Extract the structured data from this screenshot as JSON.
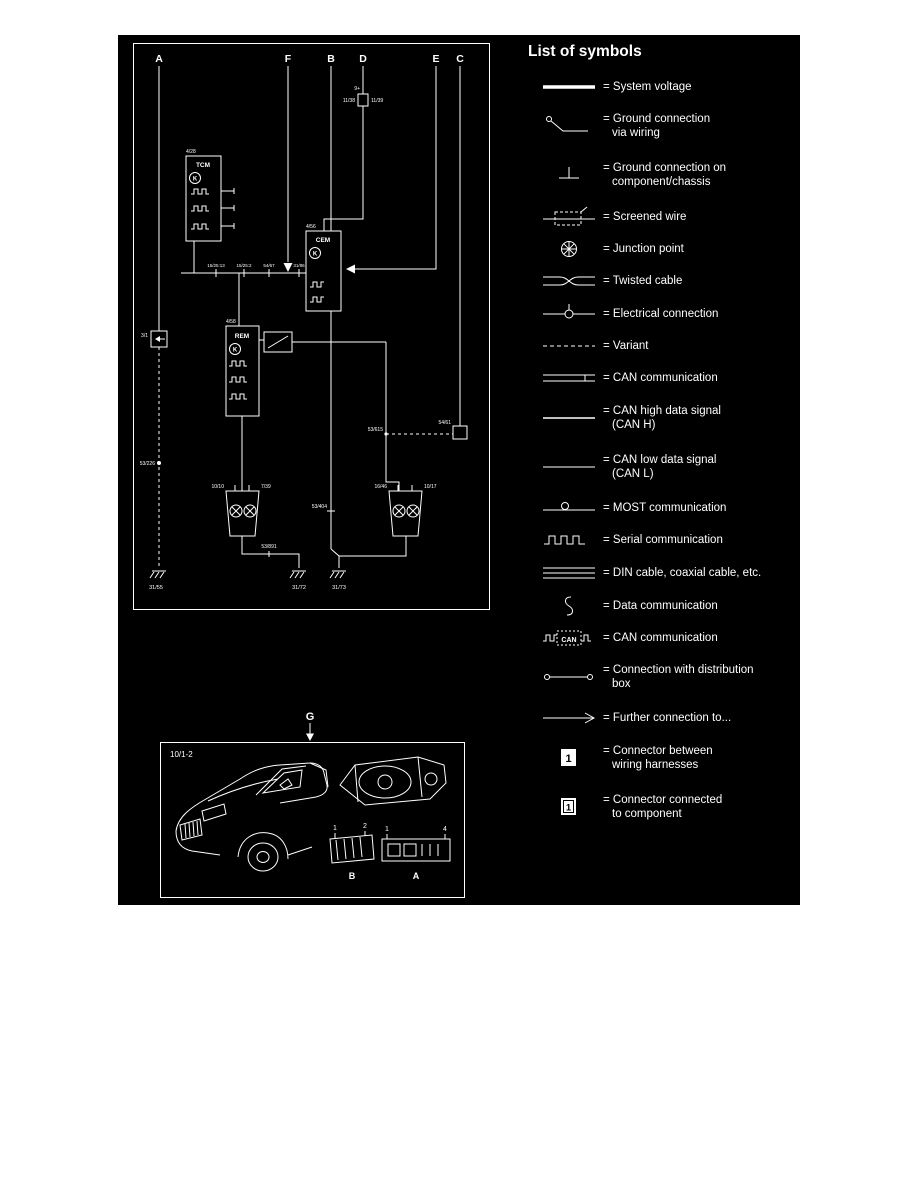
{
  "page": {
    "background": "#ffffff",
    "panel_bg": "#000000",
    "fg": "#ffffff"
  },
  "legend": {
    "title": "List of symbols",
    "items": [
      {
        "name": "system-voltage",
        "label": "= System voltage"
      },
      {
        "name": "ground-via-wiring",
        "label": "= Ground connection",
        "label2": "via wiring"
      },
      {
        "name": "ground-on-component",
        "label": "= Ground connection on",
        "label2": "component/chassis"
      },
      {
        "name": "screened-wire",
        "label": "= Screened wire"
      },
      {
        "name": "junction-point",
        "label": "= Junction point"
      },
      {
        "name": "twisted-cable",
        "label": "= Twisted cable"
      },
      {
        "name": "electrical-connection",
        "label": "= Electrical connection"
      },
      {
        "name": "variant",
        "label": "= Variant"
      },
      {
        "name": "can-communication",
        "label": "= CAN communication"
      },
      {
        "name": "can-high",
        "label": "= CAN high data signal",
        "label2": "(CAN H)"
      },
      {
        "name": "can-low",
        "label": "= CAN low data signal",
        "label2": "(CAN L)"
      },
      {
        "name": "most-communication",
        "label": "= MOST communication"
      },
      {
        "name": "serial-communication",
        "label": "= Serial communication"
      },
      {
        "name": "din-cable",
        "label": "= DIN cable, coaxial cable, etc."
      },
      {
        "name": "data-communication",
        "label": "= Data communication"
      },
      {
        "name": "can-communication-2",
        "label": "= CAN communication",
        "symbol_text": "CAN"
      },
      {
        "name": "distribution-box",
        "label": "= Connection with distribution",
        "label2": "box"
      },
      {
        "name": "further-connection",
        "label": "= Further connection to..."
      },
      {
        "name": "connector-harness",
        "label": "= Connector between",
        "label2": "wiring harnesses",
        "symbol_text": "1"
      },
      {
        "name": "connector-component",
        "label": "= Connector connected",
        "label2": "to component",
        "symbol_text": "1"
      }
    ]
  },
  "diagram": {
    "top_letters": {
      "a": "A",
      "f": "F",
      "b": "B",
      "d": "D",
      "e": "E",
      "c": "C"
    },
    "modules": {
      "tcm": {
        "id": "4/28",
        "name": "TCM",
        "k": "K"
      },
      "cem": {
        "id": "4/56",
        "name": "CEM",
        "k": "K"
      },
      "rem": {
        "id": "4/58",
        "name": "REM",
        "k": "K"
      }
    },
    "labels": {
      "power": "9+",
      "fuse_left": "11/38",
      "fuse_right": "11/39",
      "bus1": "15/25:13",
      "bus2": "15/25:2",
      "bus3": "54/67",
      "bus4": "31/86",
      "switch": "3/1",
      "junction_a": "53/226",
      "ground_a": "31/55",
      "conn_b": "53/404",
      "ground_b": "31/73",
      "ground_lamp": "31/72",
      "conn_lamp": "53/891",
      "conn_dashed": "53/615",
      "box_c": "54/61",
      "lamp_left_1": "10/10",
      "lamp_left_2": "7/39",
      "lamp_right_1": "16/46",
      "lamp_right_2": "10/17"
    }
  },
  "car_panel": {
    "pointer_letter": "G",
    "ref": "10/1-2",
    "connector_b": {
      "label": "B",
      "pin_first": "1",
      "pin_last": "2"
    },
    "connector_a": {
      "label": "A",
      "pin_first": "1",
      "pin_last": "4"
    }
  }
}
